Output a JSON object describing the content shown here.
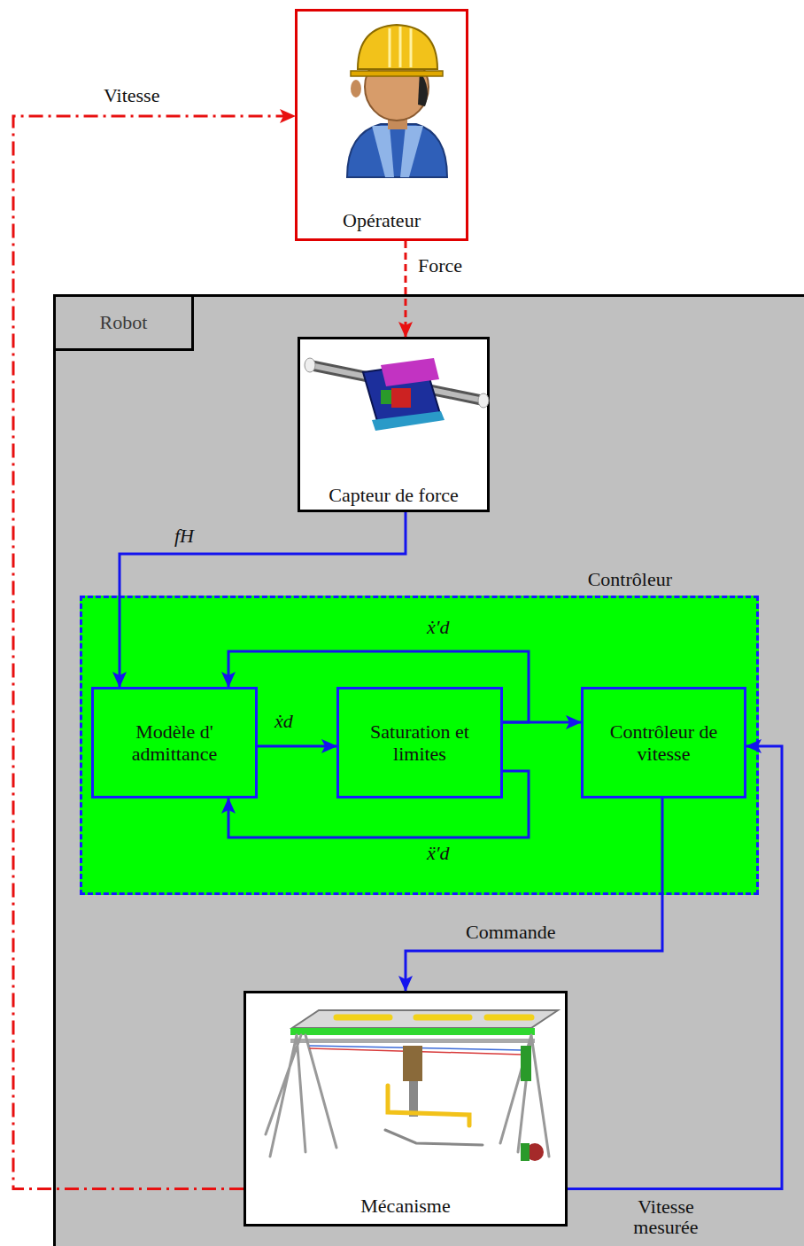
{
  "diagram": {
    "nodes": [
      {
        "text": [
          "Opérateur"
        ]
      },
      {
        "text": [
          "Robot"
        ]
      },
      {
        "text": [
          "Capteur de force"
        ],
        "in": 1
      },
      {
        "text": [
          "Contrôleur"
        ],
        "in": 1
      },
      {
        "text": [
          "Modèle d' admittance"
        ],
        "in": 3
      },
      {
        "text": [
          "Saturation et limites"
        ],
        "in": 3
      },
      {
        "text": [
          "Contrôleur de vitesse"
        ],
        "in": 3
      },
      {
        "text": [
          "Mécanisme"
        ],
        "in": 1
      }
    ],
    "edges": [
      {
        "from": 7,
        "to": 0,
        "arrow": "to",
        "label": "Vitesse"
      },
      {
        "from": 0,
        "to": 2,
        "arrow": "to",
        "label": "Force"
      },
      {
        "from": 2,
        "to": 4,
        "arrow": "to",
        "label": "fH"
      },
      {
        "from": 4,
        "to": 5,
        "arrow": "to",
        "label": "ẋd"
      },
      {
        "from": 5,
        "to": 6,
        "arrow": "to"
      },
      {
        "from": 5,
        "to": 4,
        "arrow": "to",
        "label": "ẋ′d"
      },
      {
        "from": 5,
        "to": 4,
        "arrow": "to",
        "label": "ẍ′d"
      },
      {
        "from": 6,
        "to": 7,
        "arrow": "to",
        "label": "Commande"
      },
      {
        "from": 7,
        "to": 6,
        "arrow": "to",
        "label": "Vitesse mesurée"
      }
    ]
  }
}
